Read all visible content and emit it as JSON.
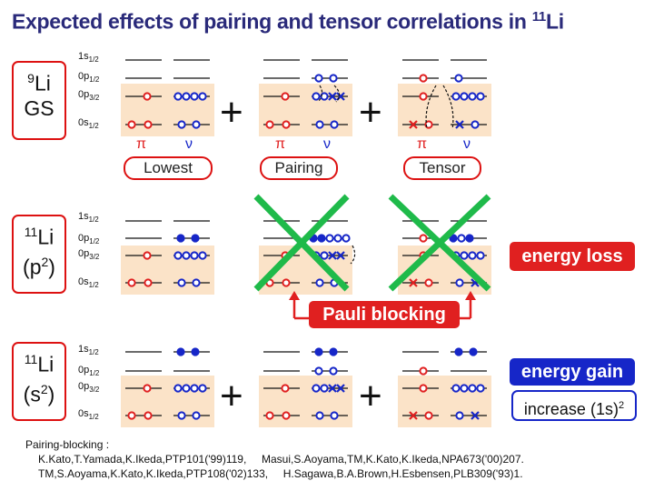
{
  "title": {
    "pre": "Expected effects of pairing and tensor correlations in ",
    "mass": "11",
    "element": "Li"
  },
  "nuclei": [
    {
      "mass": "9",
      "element": "Li",
      "sub": "GS"
    },
    {
      "mass": "11",
      "element": "Li",
      "sub_pre": "(p",
      "sub_exp": "2",
      "sub_post": ")"
    },
    {
      "mass": "11",
      "element": "Li",
      "sub_pre": "(s",
      "sub_exp": "2",
      "sub_post": ")"
    }
  ],
  "levels": {
    "s12": {
      "orb": "1s",
      "j": "1/2"
    },
    "p12": {
      "orb": "0p",
      "j": "1/2"
    },
    "p32": {
      "orb": "0p",
      "j": "3/2"
    },
    "s012": {
      "orb": "0s",
      "j": "1/2"
    }
  },
  "symbols": {
    "pi": "π",
    "nu": "ν",
    "plus": "+"
  },
  "config_labels": {
    "lowest": "Lowest",
    "pairing": "Pairing",
    "tensor": "Tensor"
  },
  "energy_loss": "energy loss",
  "pauli_blocking": "Pauli blocking",
  "energy_gain": "energy gain",
  "increase": {
    "pre": "increase (1s)",
    "exp": "2"
  },
  "references": {
    "line1": "Pairing-blocking :",
    "line2": "K.Kato,T.Yamada,K.Ikeda,PTP101('99)119,     Masui,S.Aoyama,TM,K.Kato,K.Ikeda,NPA673('00)207.",
    "line3": "TM,S.Aoyama,K.Kato,K.Ikeda,PTP108('02)133,     H.Sagawa,B.A.Brown,H.Esbensen,PLB309('93)1."
  },
  "colors": {
    "proton": "#e02020",
    "neutron": "#1626c8",
    "band": "#fbe3c8",
    "cross": "#1fba4a",
    "title": "#2a2a7a"
  }
}
